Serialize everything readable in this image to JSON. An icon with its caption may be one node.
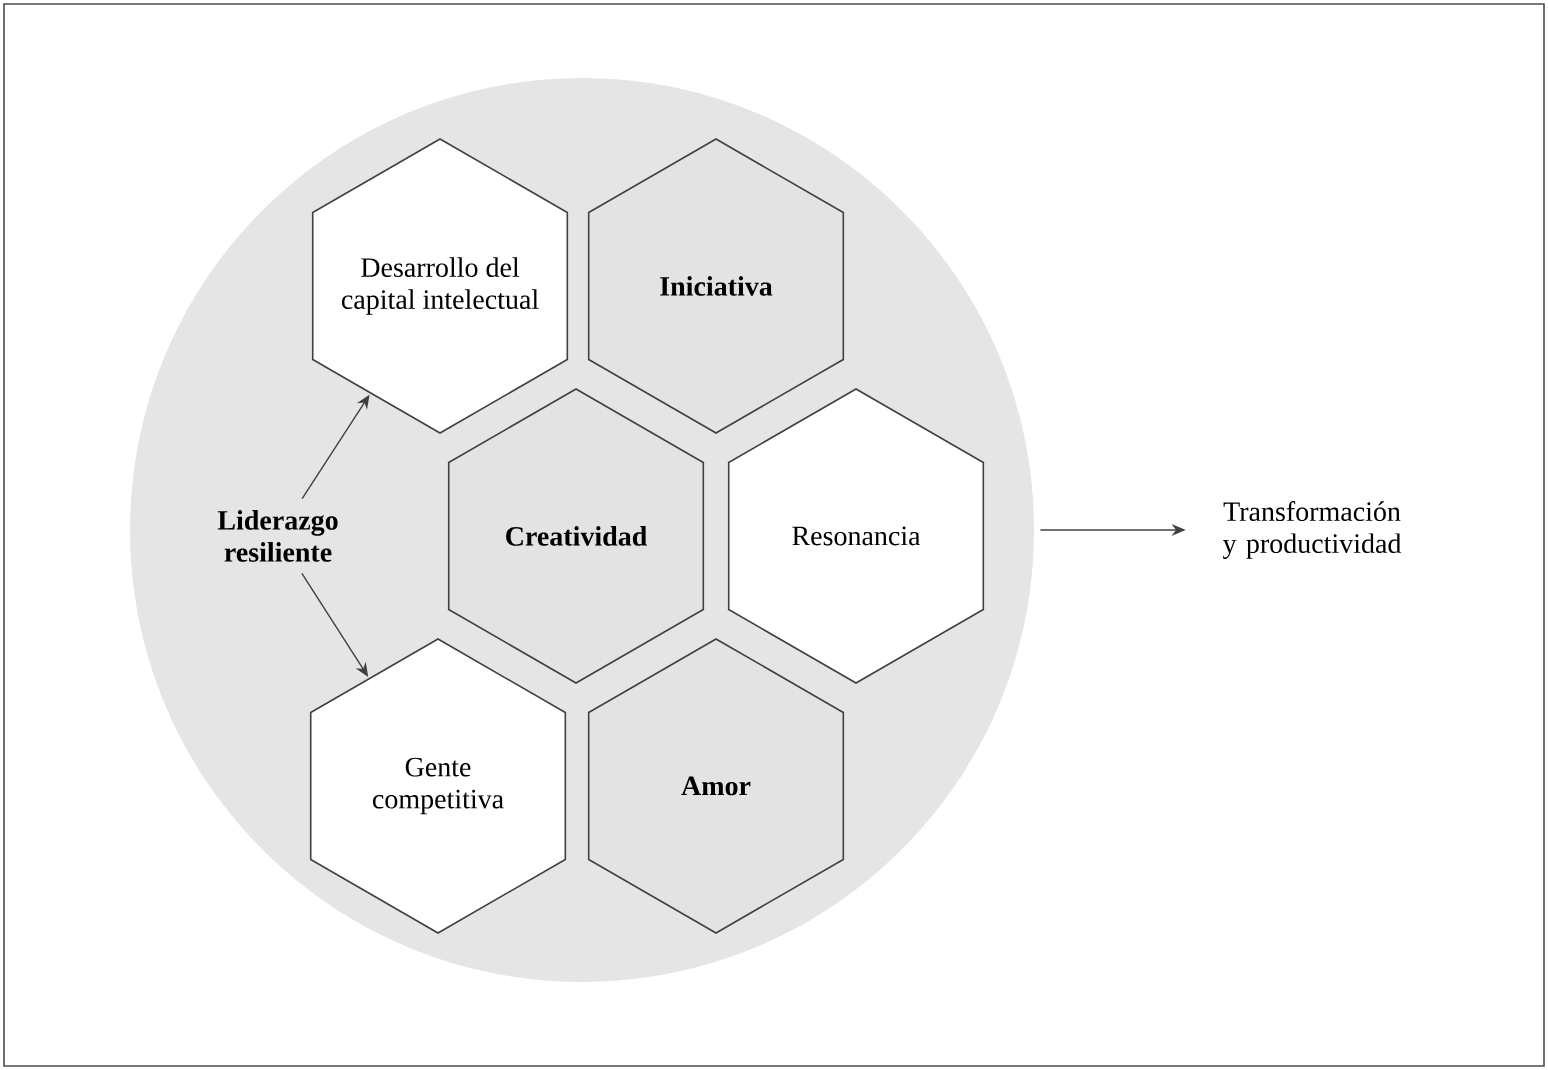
{
  "diagram": {
    "nodes": [
      {
        "text": [],
        "shape": "circle"
      },
      {
        "text": [
          "Desarrollo del capital intelectual"
        ],
        "in": 0
      },
      {
        "text": [
          "Iniciativa"
        ],
        "in": 0
      },
      {
        "text": [
          "Liderazgo resiliente"
        ],
        "in": 0
      },
      {
        "text": [
          "Creatividad"
        ],
        "in": 0
      },
      {
        "text": [
          "Resonancia"
        ],
        "in": 0
      },
      {
        "text": [
          "Gente competitiva"
        ],
        "in": 0
      },
      {
        "text": [
          "Amor"
        ],
        "in": 0
      },
      {
        "text": [
          "Transformación y productividad"
        ]
      }
    ],
    "edges": [
      {
        "from": 3,
        "to": 1,
        "arrow": "to"
      },
      {
        "from": 3,
        "to": 6,
        "arrow": "to"
      },
      {
        "from": 0,
        "to": 8,
        "arrow": "to"
      }
    ]
  }
}
